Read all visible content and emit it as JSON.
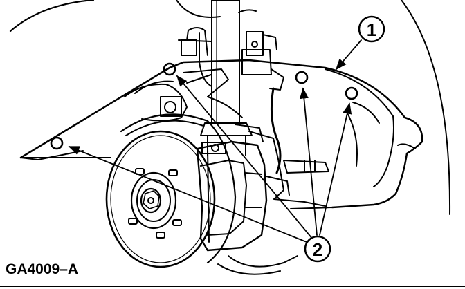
{
  "figure": {
    "id_label": "GA4009–A"
  },
  "callouts": [
    {
      "number": "1"
    },
    {
      "number": "2"
    }
  ],
  "colors": {
    "ink": "#000000",
    "paper": "#ffffff"
  }
}
